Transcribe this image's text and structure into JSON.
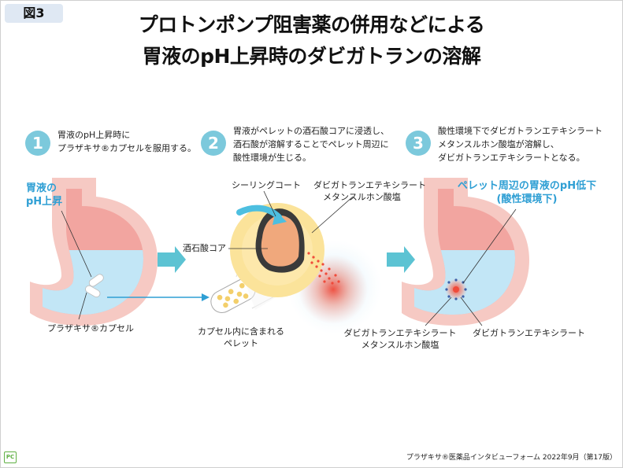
{
  "figure_label": "図3",
  "title": {
    "line1": "プロトンポンプ阻害薬の併用などによる",
    "line2": "胃液のpH上昇時のダビガトランの溶解"
  },
  "steps": [
    {
      "number": "1",
      "line1": "胃液のpH上昇時に",
      "line2": "プラザキサ®カプセルを服用する。"
    },
    {
      "number": "2",
      "line1": "胃液がペレットの酒石酸コアに浸透し、",
      "line2": "酒石酸が溶解することでペレット周辺に",
      "line3": "酸性環境が生じる。"
    },
    {
      "number": "3",
      "line1": "酸性環境下でダビガトランエテキシラート",
      "line2": "メタンスルホン酸塩が溶解し、",
      "line3": "ダビガトランエテキシラートとなる。"
    }
  ],
  "labels": {
    "gastric_ph_line1": "胃液の",
    "gastric_ph_line2": "pH上昇",
    "capsule": "プラザキサ®カプセル",
    "pellets_line1": "カプセル内に含まれる",
    "pellets_line2": "ペレット",
    "sealing_coat": "シーリングコート",
    "drug_salt_line1": "ダビガトランエテキシラート",
    "drug_salt_line2": "メタンスルホン酸塩",
    "tartaric_core": "酒石酸コア",
    "ph_drop_line1": "ペレット周辺の胃液のpH低下",
    "ph_drop_line2": "(酸性環境下)",
    "dissolved_salt_line1": "ダビガトランエテキシラート",
    "dissolved_salt_line2": "メタンスルホン酸塩",
    "dissolved_base": "ダビガトランエテキシラート"
  },
  "footer": "プラザキサ®医薬品インタビューフォーム 2022年9月（第17版）",
  "logo": "PC",
  "colors": {
    "accent_blue": "#2f9fd4",
    "step_circle": "#7cc9dc",
    "arrow": "#5cc3d3",
    "stomach_wall": "#f6c9c3",
    "stomach_inner": "#f2a5a0",
    "gastric_fluid": "#c2e6f6",
    "pellet_yellow": "#fbe39a",
    "acid_red": "#f04a3a"
  }
}
